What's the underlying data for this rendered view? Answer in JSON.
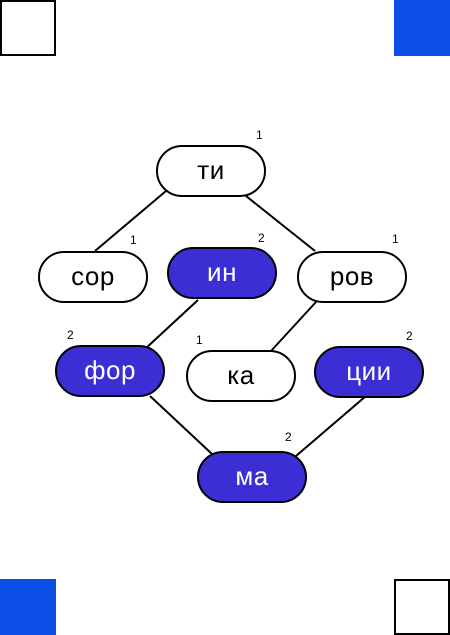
{
  "colors": {
    "accent_blue": "#0b4fe6",
    "node_blue": "#3b2ed4",
    "outline": "#000000",
    "background": "#ffffff"
  },
  "nodes": [
    {
      "id": "ti",
      "label": "ти",
      "count": "1",
      "filled": false
    },
    {
      "id": "sor",
      "label": "сор",
      "count": "1",
      "filled": false
    },
    {
      "id": "in",
      "label": "ин",
      "count": "2",
      "filled": true
    },
    {
      "id": "rov",
      "label": "ров",
      "count": "1",
      "filled": false
    },
    {
      "id": "for",
      "label": "фор",
      "count": "2",
      "filled": true
    },
    {
      "id": "ka",
      "label": "ка",
      "count": "1",
      "filled": false
    },
    {
      "id": "cii",
      "label": "ции",
      "count": "2",
      "filled": true
    },
    {
      "id": "ma",
      "label": "ма",
      "count": "2",
      "filled": true
    }
  ],
  "links": [
    {
      "from": "ti",
      "to": "sor"
    },
    {
      "from": "ti",
      "to": "rov"
    },
    {
      "from": "in",
      "to": "for"
    },
    {
      "from": "rov",
      "to": "ka"
    },
    {
      "from": "for",
      "to": "ma"
    },
    {
      "from": "cii",
      "to": "ma"
    }
  ]
}
